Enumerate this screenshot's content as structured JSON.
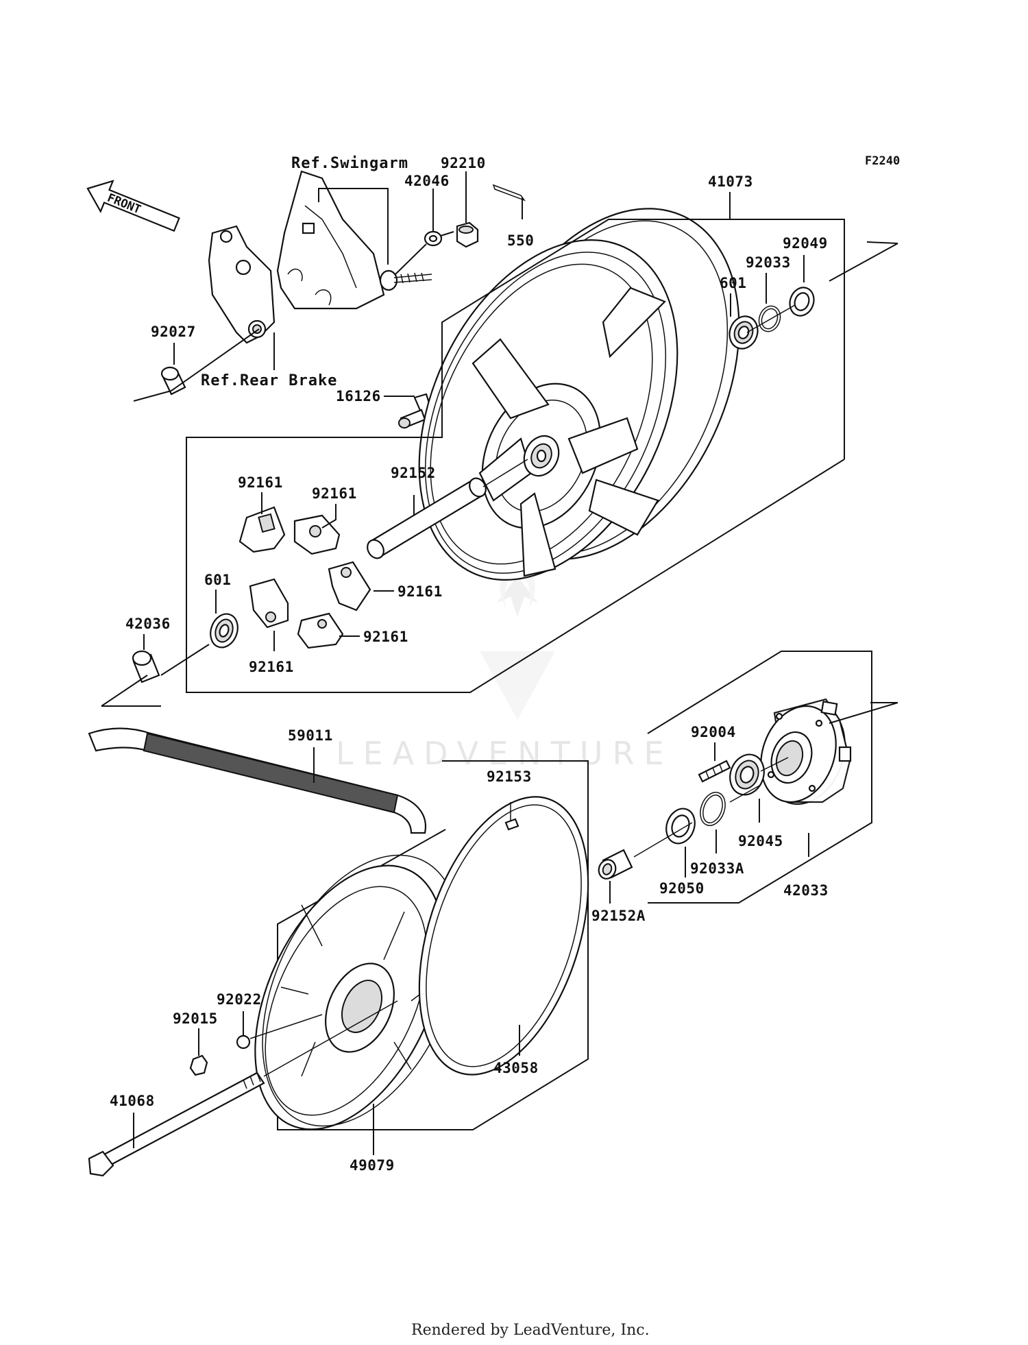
{
  "figure_code": "F2240",
  "front_arrow_label": "FRONT",
  "reference_labels": {
    "swingarm": "Ref.Swingarm",
    "rear_brake": "Ref.Rear Brake"
  },
  "part_labels": {
    "p92210": "92210",
    "p42046": "42046",
    "p550": "550",
    "p41073": "41073",
    "p92049": "92049",
    "p92033": "92033",
    "p601_top": "601",
    "p92027": "92027",
    "p16126": "16126",
    "p92161_a": "92161",
    "p92161_b": "92161",
    "p92152": "92152",
    "p601_bottom": "601",
    "p92161_c": "92161",
    "p42036": "42036",
    "p92161_d": "92161",
    "p92161_e": "92161",
    "p59011": "59011",
    "p92004": "92004",
    "p92153": "92153",
    "p92045": "92045",
    "p92033A": "92033A",
    "p42033": "42033",
    "p92050": "92050",
    "p92152A": "92152A",
    "p92022": "92022",
    "p92015": "92015",
    "p43058": "43058",
    "p41068": "41068",
    "p49079": "49079"
  },
  "watermark": "LEADVENTURE",
  "footer": "Rendered by LeadVenture, Inc."
}
